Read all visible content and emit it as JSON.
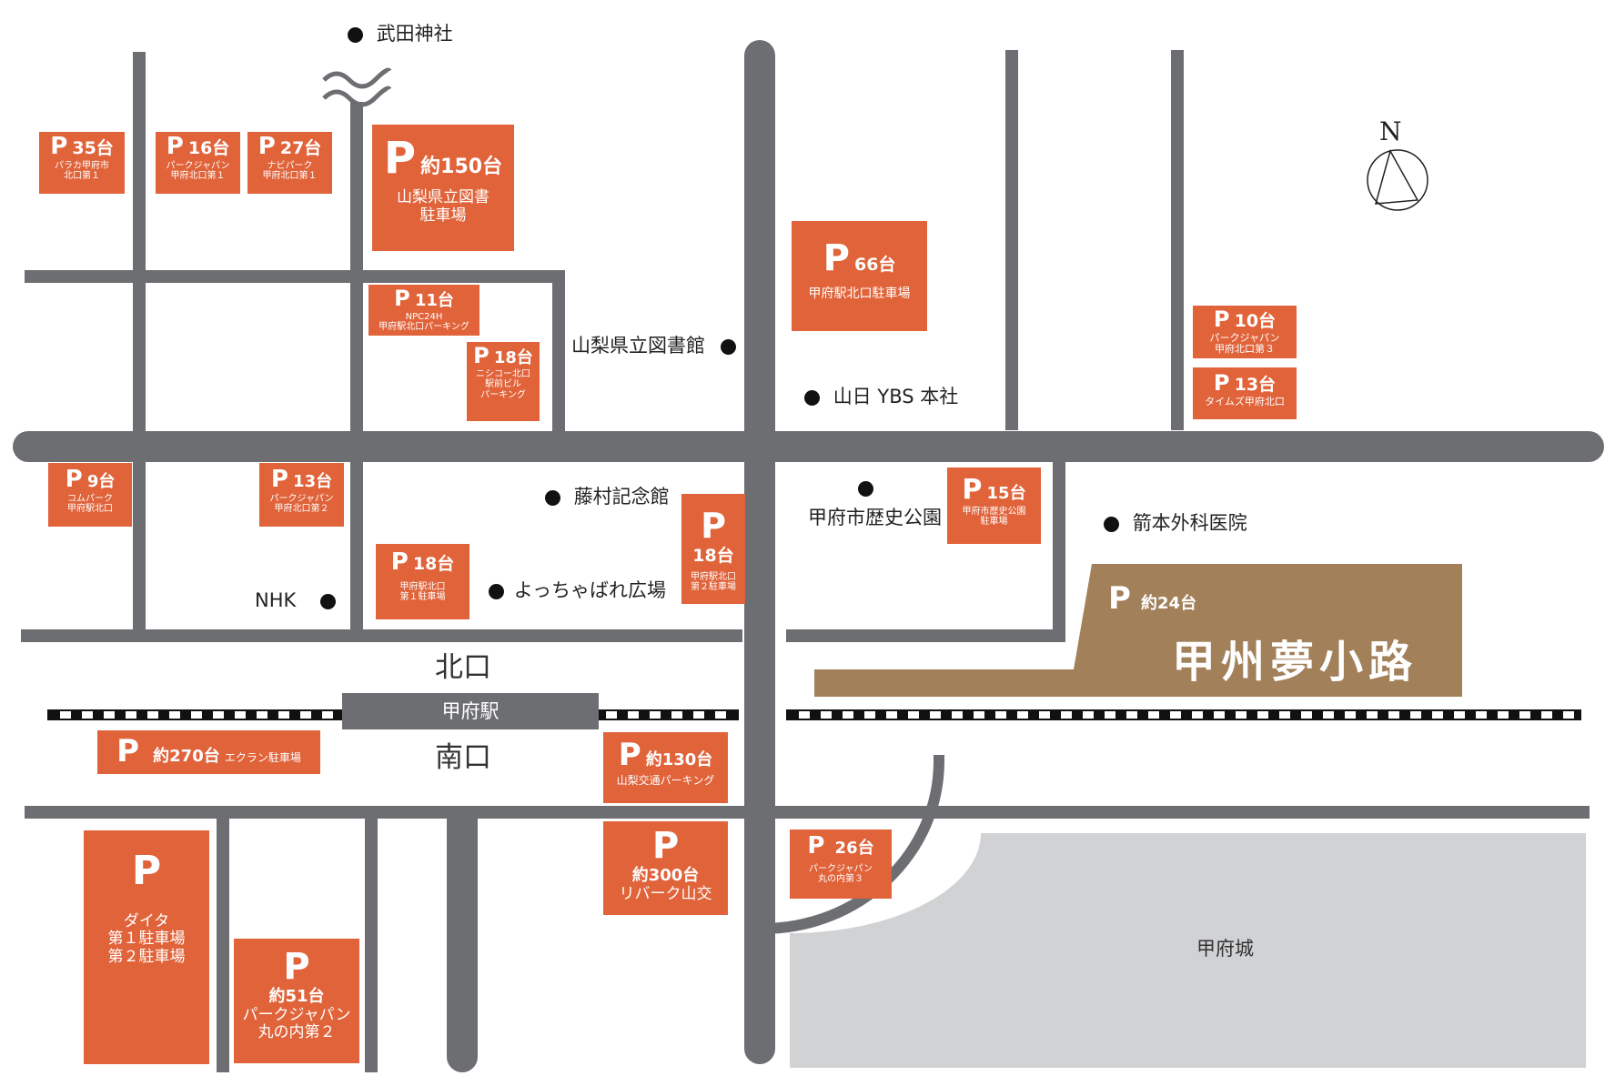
{
  "map": {
    "compass": {
      "label": "N"
    },
    "stations": {
      "kofu": "甲府駅",
      "north_exit": "北口",
      "south_exit": "南口"
    },
    "castle": "甲府城",
    "yume_koji": {
      "p": "P",
      "count": "約24台",
      "name": "甲州夢小路",
      "color": "#a2805a"
    },
    "colors": {
      "parking": "#e0633a",
      "road": "#6d6e71",
      "castle": "#d1d2d4"
    },
    "poi": {
      "takeda": "武田神社",
      "library": "山梨県立図書館",
      "ybs": "山日 YBS 本社",
      "fujimura": "藤村記念館",
      "history_park": "甲府市歴史公園",
      "yacchabare": "よっちゃばれ広場",
      "nhk": "NHK",
      "hospital": "箭本外科医院"
    },
    "parking": {
      "p35": {
        "p": "P",
        "count": "35台",
        "name": "パラカ甲府市\n北口第１"
      },
      "p16": {
        "p": "P",
        "count": "16台",
        "name": "パークジャパン\n甲府北口第１"
      },
      "p27": {
        "p": "P",
        "count": "27台",
        "name": "ナビパーク\n甲府北口第１"
      },
      "p150": {
        "p": "P",
        "count": "約150台",
        "name": "山梨県立図書\n駐車場"
      },
      "p11": {
        "p": "P",
        "count": "11台",
        "name": "NPC24H\n甲府駅北口パーキング"
      },
      "p18a": {
        "p": "P",
        "count": "18台",
        "name": "ニシコー北口\n駅前ビル\nパーキング"
      },
      "p66": {
        "p": "P",
        "count": "66台",
        "name": "甲府駅北口駐車場"
      },
      "p10": {
        "p": "P",
        "count": "10台",
        "name": "パークジャパン\n甲府北口第３"
      },
      "p13a": {
        "p": "P",
        "count": "13台",
        "name": "タイムズ甲府北口"
      },
      "p9": {
        "p": "P",
        "count": "9台",
        "name": "コムパーク\n甲府駅北口"
      },
      "p13b": {
        "p": "P",
        "count": "13台",
        "name": "パークジャパン\n甲府北口第２"
      },
      "p18b": {
        "p": "P",
        "count": "18台",
        "name": "甲府駅北口\n第１駐車場"
      },
      "p18c": {
        "p": "P",
        "count": "18台",
        "name": "甲府駅北口\n第２駐車場"
      },
      "p15": {
        "p": "P",
        "count": "15台",
        "name": "甲府市歴史公園\n駐車場"
      },
      "p270": {
        "p": "P",
        "count": "約270台",
        "name": "エクラン駐車場"
      },
      "p130": {
        "p": "P",
        "count": "約130台",
        "name": "山梨交通パーキング"
      },
      "p300": {
        "p": "P",
        "count": "約300台",
        "name": "リバーク山交"
      },
      "p26": {
        "p": "P",
        "count": "26台",
        "name": "パークジャパン\n丸の内第３"
      },
      "daita": {
        "p": "P",
        "count": "",
        "name": "ダイタ\n第１駐車場\n第２駐車場"
      },
      "p51": {
        "p": "P",
        "count": "約51台",
        "name": "パークジャパン\n丸の内第２"
      }
    }
  }
}
